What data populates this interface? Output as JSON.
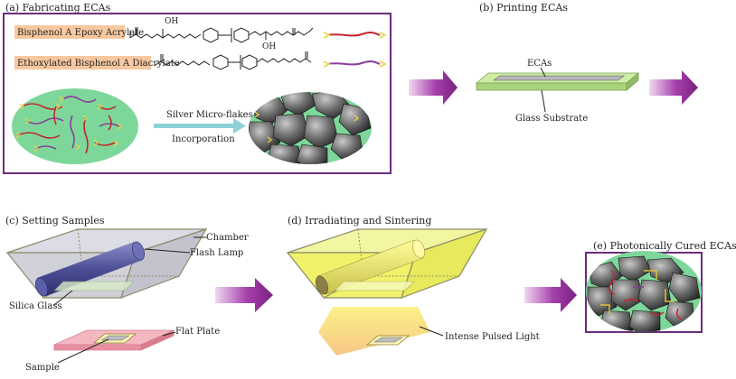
{
  "panels": {
    "a": {
      "caption": "(a) Fabricating ECAs",
      "tag1": "Bisphenol A Epoxy Acrylate",
      "tag2": "Ethoxylated Bisphenol A Diacrylate",
      "oh1": "OH",
      "oh2": "OH",
      "process_line1": "Silver Micro-flakes",
      "process_line2": "Incorporation"
    },
    "b": {
      "caption": "(b) Printing ECAs",
      "ecas_label": "ECAs",
      "substrate_label": "Glass Substrate"
    },
    "c": {
      "caption": "(c) Setting Samples",
      "chamber_label": "Chamber",
      "lamp_label": "Flash Lamp",
      "silica_label": "Silica Glass",
      "plate_label": "Flat Plate",
      "sample_label": "Sample"
    },
    "d": {
      "caption": "(d) Irradiating and Sintering",
      "light_label": "Intense Pulsed Light"
    },
    "e": {
      "caption": "(e) Photonically Cured ECAs"
    }
  },
  "colors": {
    "frame_purple": "#6b2d7a",
    "arrow_purple": "#8a2b8f",
    "tag_orange": "#f7c8a0",
    "resin_green": "#7ed79a",
    "substrate_green": "#b5e08c",
    "chamber_gray": "#c9c9d4",
    "chamber_yellow": "#eef25a",
    "plate_pink": "#f4a7b2",
    "process_arrow": "#8fd1d8"
  }
}
